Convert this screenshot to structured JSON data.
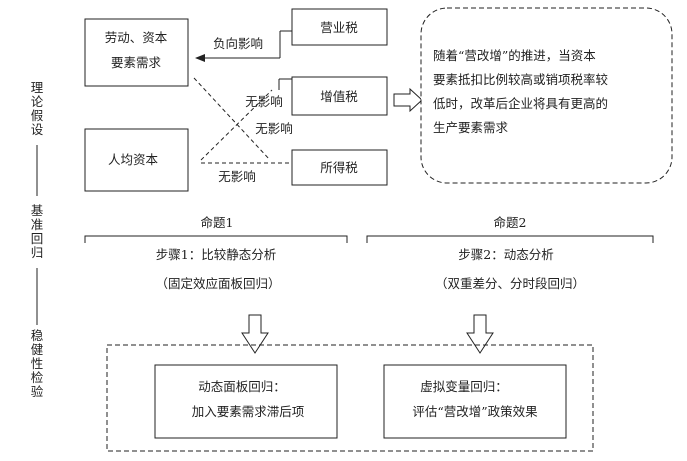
{
  "side_labels": {
    "theory": [
      "理",
      "论",
      "假",
      "设"
    ],
    "baseline": [
      "基",
      "准",
      "回",
      "归"
    ],
    "robust": [
      "稳",
      "健",
      "性",
      "检",
      "验"
    ]
  },
  "boxes": {
    "labor_capital": [
      "劳动、资本",
      "要素需求"
    ],
    "per_capita_capital": "人均资本",
    "business_tax": "营业税",
    "vat": "增值税",
    "income_tax": "所得税",
    "reform_note": [
      "随着“营改增”的推进，当资本",
      "要素抵扣比例较高或销项税率较",
      "低时，改革后企业将具有更高的",
      "生产要素需求"
    ],
    "dynamic_panel": [
      "动态面板回归：",
      "加入要素需求滞后项"
    ],
    "dummy_reg": [
      "虚拟变量回归：",
      "评估“营改增”政策效果"
    ]
  },
  "edge_labels": {
    "negative_effect": "负向影响",
    "no_effect_1": "无影响",
    "no_effect_2": "无影响",
    "no_effect_3": "无影响"
  },
  "propositions": {
    "p1": {
      "title": "命题1",
      "step": "步骤1：比较静态分析",
      "method": "（固定效应面板回归）"
    },
    "p2": {
      "title": "命题2",
      "step": "步骤2：动态分析",
      "method": "（双重差分、分时段回归）"
    }
  }
}
